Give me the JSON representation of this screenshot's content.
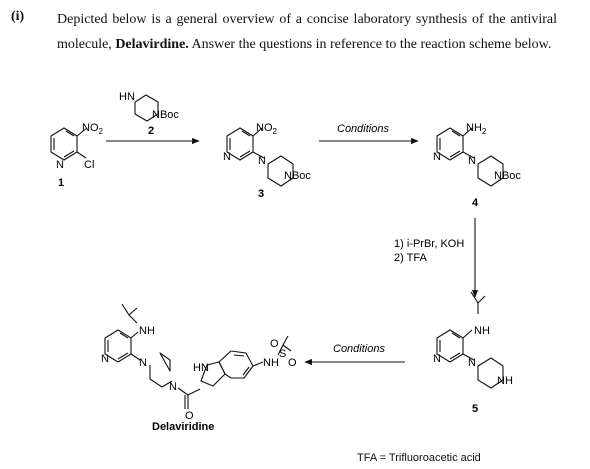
{
  "question": {
    "label": "(i)",
    "text_before": "Depicted below is a general overview of a concise laboratory synthesis of the antiviral molecule, ",
    "target_name": "Delavirdine.",
    "text_after": " Answer the questions in reference to the reaction scheme below."
  },
  "scheme": {
    "compounds": {
      "c1": {
        "number": "1",
        "no2": "NO",
        "no2_sub": "2",
        "cl": "Cl",
        "n": "N"
      },
      "c2": {
        "number": "2",
        "hn": "HN",
        "nboc": "NBoc"
      },
      "c3": {
        "number": "3",
        "no2": "NO",
        "no2_sub": "2",
        "n_pyr": "N",
        "n_pip": "N",
        "nboc": "NBoc"
      },
      "c4": {
        "number": "4",
        "nh2": "NH",
        "nh2_sub": "2",
        "n_pyr": "N",
        "n_pip": "N",
        "nboc": "NBoc"
      },
      "c5": {
        "number": "5",
        "nh": "NH",
        "n_pyr": "N",
        "n_pip": "N",
        "nh_pip": "NH"
      },
      "delavirdine": {
        "name": "Delaviridine",
        "nh": "NH",
        "n_pyr": "N",
        "n_pip1": "N",
        "n_pip2": "N",
        "hn_indole": "HN",
        "nh_sulf": "NH",
        "s": "S",
        "o1": "O",
        "o2": "O",
        "o_carbonyl": "O"
      }
    },
    "arrows": {
      "a1_label": "2",
      "a2_label": "Conditions",
      "a3_label_line1": "1) i-PrBr, KOH",
      "a3_label_line2": "2) TFA",
      "a4_label": "Conditions"
    }
  },
  "footnote": "TFA = Trifluoroacetic acid"
}
